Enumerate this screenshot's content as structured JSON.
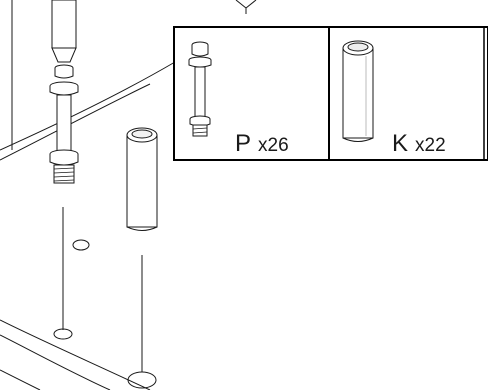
{
  "parts_legend": {
    "part_p": {
      "letter": "P",
      "quantity": "x26"
    },
    "part_k": {
      "letter": "K",
      "quantity": "x22"
    }
  },
  "colors": {
    "line": "#1a1a1a",
    "panel_border": "#000000",
    "background": "#ffffff"
  },
  "icons": [
    "cam-bolt-icon",
    "wooden-dowel-icon"
  ]
}
